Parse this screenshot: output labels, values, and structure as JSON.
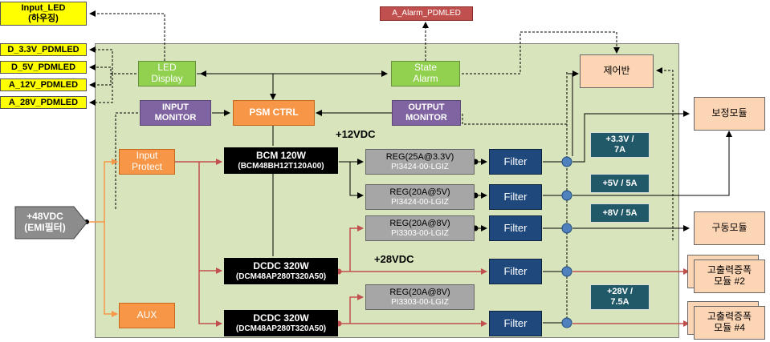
{
  "outputs_left": {
    "input_led": "Input_LED",
    "input_led_sub": "(하우징)",
    "d33": "D_3.3V_PDMLED",
    "d5": "D_5V_PDMLED",
    "a12": "A_12V_PDMLED",
    "a28": "A_28V_PDMLED"
  },
  "alarm_led": "A_Alarm_PDMLED",
  "led_display": [
    "LED",
    "Display"
  ],
  "state_alarm": [
    "State",
    "Alarm"
  ],
  "controller": "제어반",
  "input_monitor": [
    "INPUT",
    "MONITOR"
  ],
  "psm_ctrl": "PSM CTRL",
  "output_monitor": [
    "OUTPUT",
    "MONITOR"
  ],
  "input_protect": [
    "Input",
    "Protect"
  ],
  "aux": "AUX",
  "source": [
    "+48VDC",
    "(EMI필터)"
  ],
  "bcm": {
    "title": "BCM 120W",
    "part": "(BCM48BH12T120A00)"
  },
  "dcdc1": {
    "title": "DCDC 320W",
    "part": "(DCM48AP280T320A50)"
  },
  "dcdc2": {
    "title": "DCDC 320W",
    "part": "(DCM48AP280T320A50)"
  },
  "v12": "+12VDC",
  "v28": "+28VDC",
  "regs": [
    {
      "title": "REG(25A@3.3V)",
      "part": "PI3424-00-LGIZ"
    },
    {
      "title": "REG(20A@5V)",
      "part": "PI3424-00-LGIZ"
    },
    {
      "title": "REG(20A@8V)",
      "part": "PI3303-00-LGIZ"
    },
    {
      "title": "REG(20A@8V)",
      "part": "PI3303-00-LGIZ"
    }
  ],
  "filter_label": "Filter",
  "ratings": [
    [
      "+3.3V /",
      "7A"
    ],
    [
      "+5V / 5A"
    ],
    [
      "+8V / 5A"
    ],
    [
      "+28V /",
      "7.5A"
    ]
  ],
  "modules": {
    "calib": "보정모듈",
    "drive": "구동모듈",
    "hpa2": [
      "고출력증폭",
      "모듈 #2"
    ],
    "hpa4": [
      "고출력증폭",
      "모듈 #4"
    ]
  },
  "colors": {
    "panel": "#d7e4bc",
    "power_line": "#c0504d",
    "input_line": "#f79646",
    "node": "#4f81bd"
  }
}
